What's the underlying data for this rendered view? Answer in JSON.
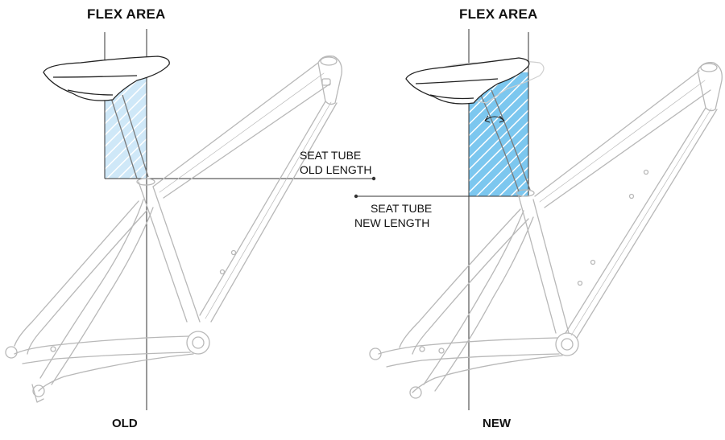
{
  "old_panel": {
    "heading": "FLEX AREA",
    "seat_tube_label": "SEAT TUBE",
    "length_label": "OLD  LENGTH",
    "footer": "OLD"
  },
  "new_panel": {
    "heading": "FLEX AREA",
    "seat_tube_label": "SEAT TUBE",
    "length_label": "NEW  LENGTH",
    "footer": "NEW"
  },
  "colors": {
    "frame_line": "#b8b8b8",
    "frame_dark": "#7a7a7a",
    "guide_line": "#333333",
    "flex_light": "#cfe8f8",
    "flex_strong": "#7cc7ef",
    "flex_hatch": "#ffffff"
  }
}
